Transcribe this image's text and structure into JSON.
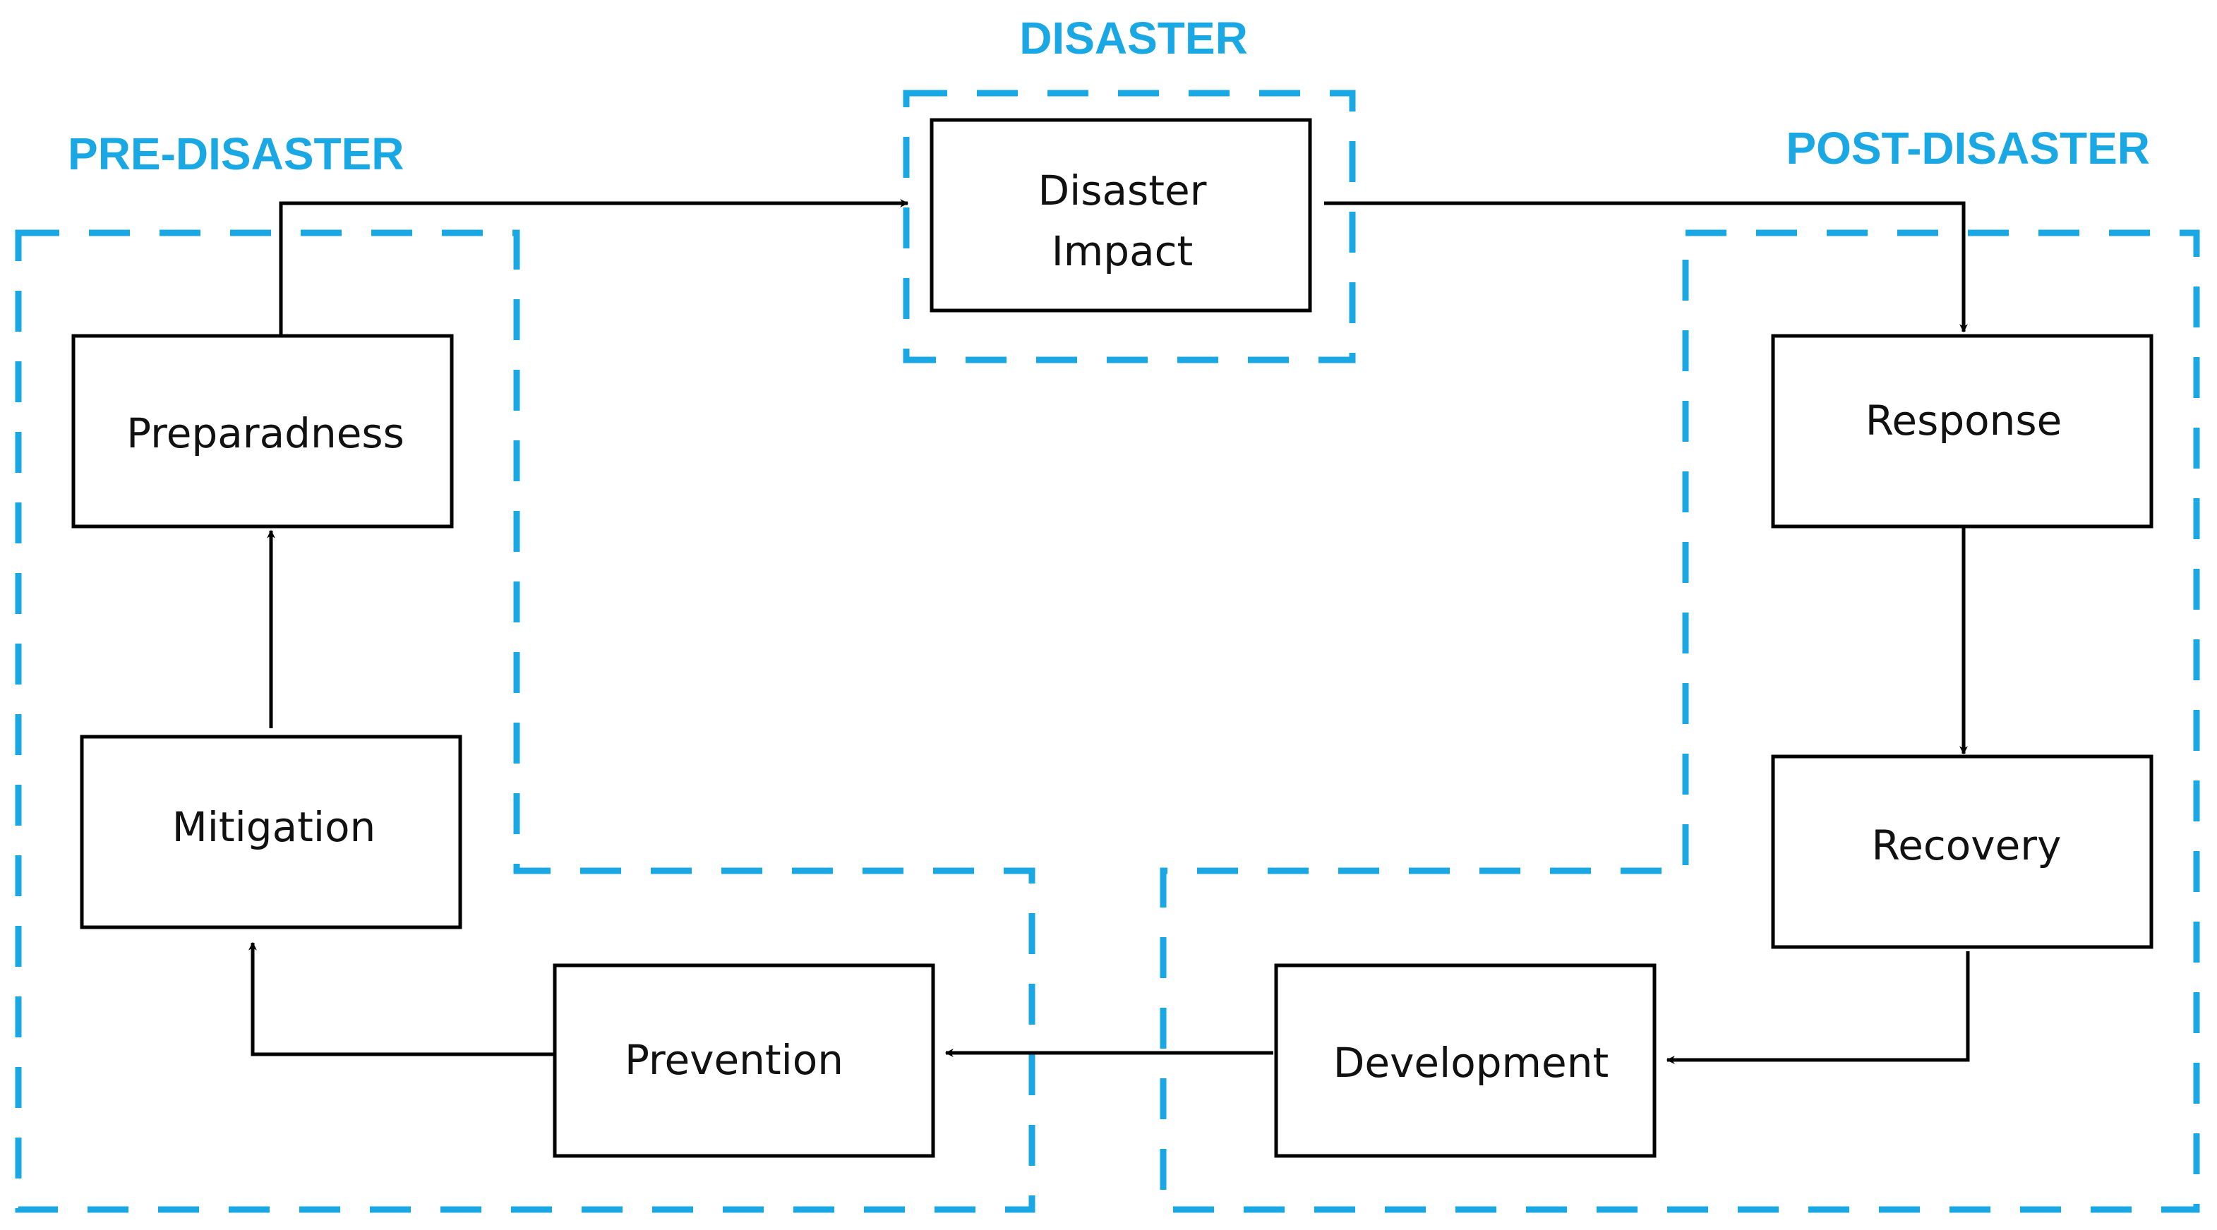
{
  "colors": {
    "accent": "#1aa8e4",
    "box_stroke": "#000000",
    "arrow": "#000000",
    "text": "#111111"
  },
  "phases": {
    "pre": "PRE-DISASTER",
    "disaster": "DISASTER",
    "post": "POST-DISASTER"
  },
  "steps": {
    "disaster_impact": [
      "Disaster",
      "Impact"
    ],
    "preparedness": "Preparadness",
    "mitigation": "Mitigation",
    "prevention": "Prevention",
    "development": "Development",
    "recovery": "Recovery",
    "response": "Response"
  },
  "flow": [
    {
      "from": "preparedness",
      "to": "disaster_impact"
    },
    {
      "from": "disaster_impact",
      "to": "response"
    },
    {
      "from": "response",
      "to": "recovery"
    },
    {
      "from": "recovery",
      "to": "development"
    },
    {
      "from": "development",
      "to": "prevention"
    },
    {
      "from": "prevention",
      "to": "mitigation"
    },
    {
      "from": "mitigation",
      "to": "preparedness"
    }
  ]
}
